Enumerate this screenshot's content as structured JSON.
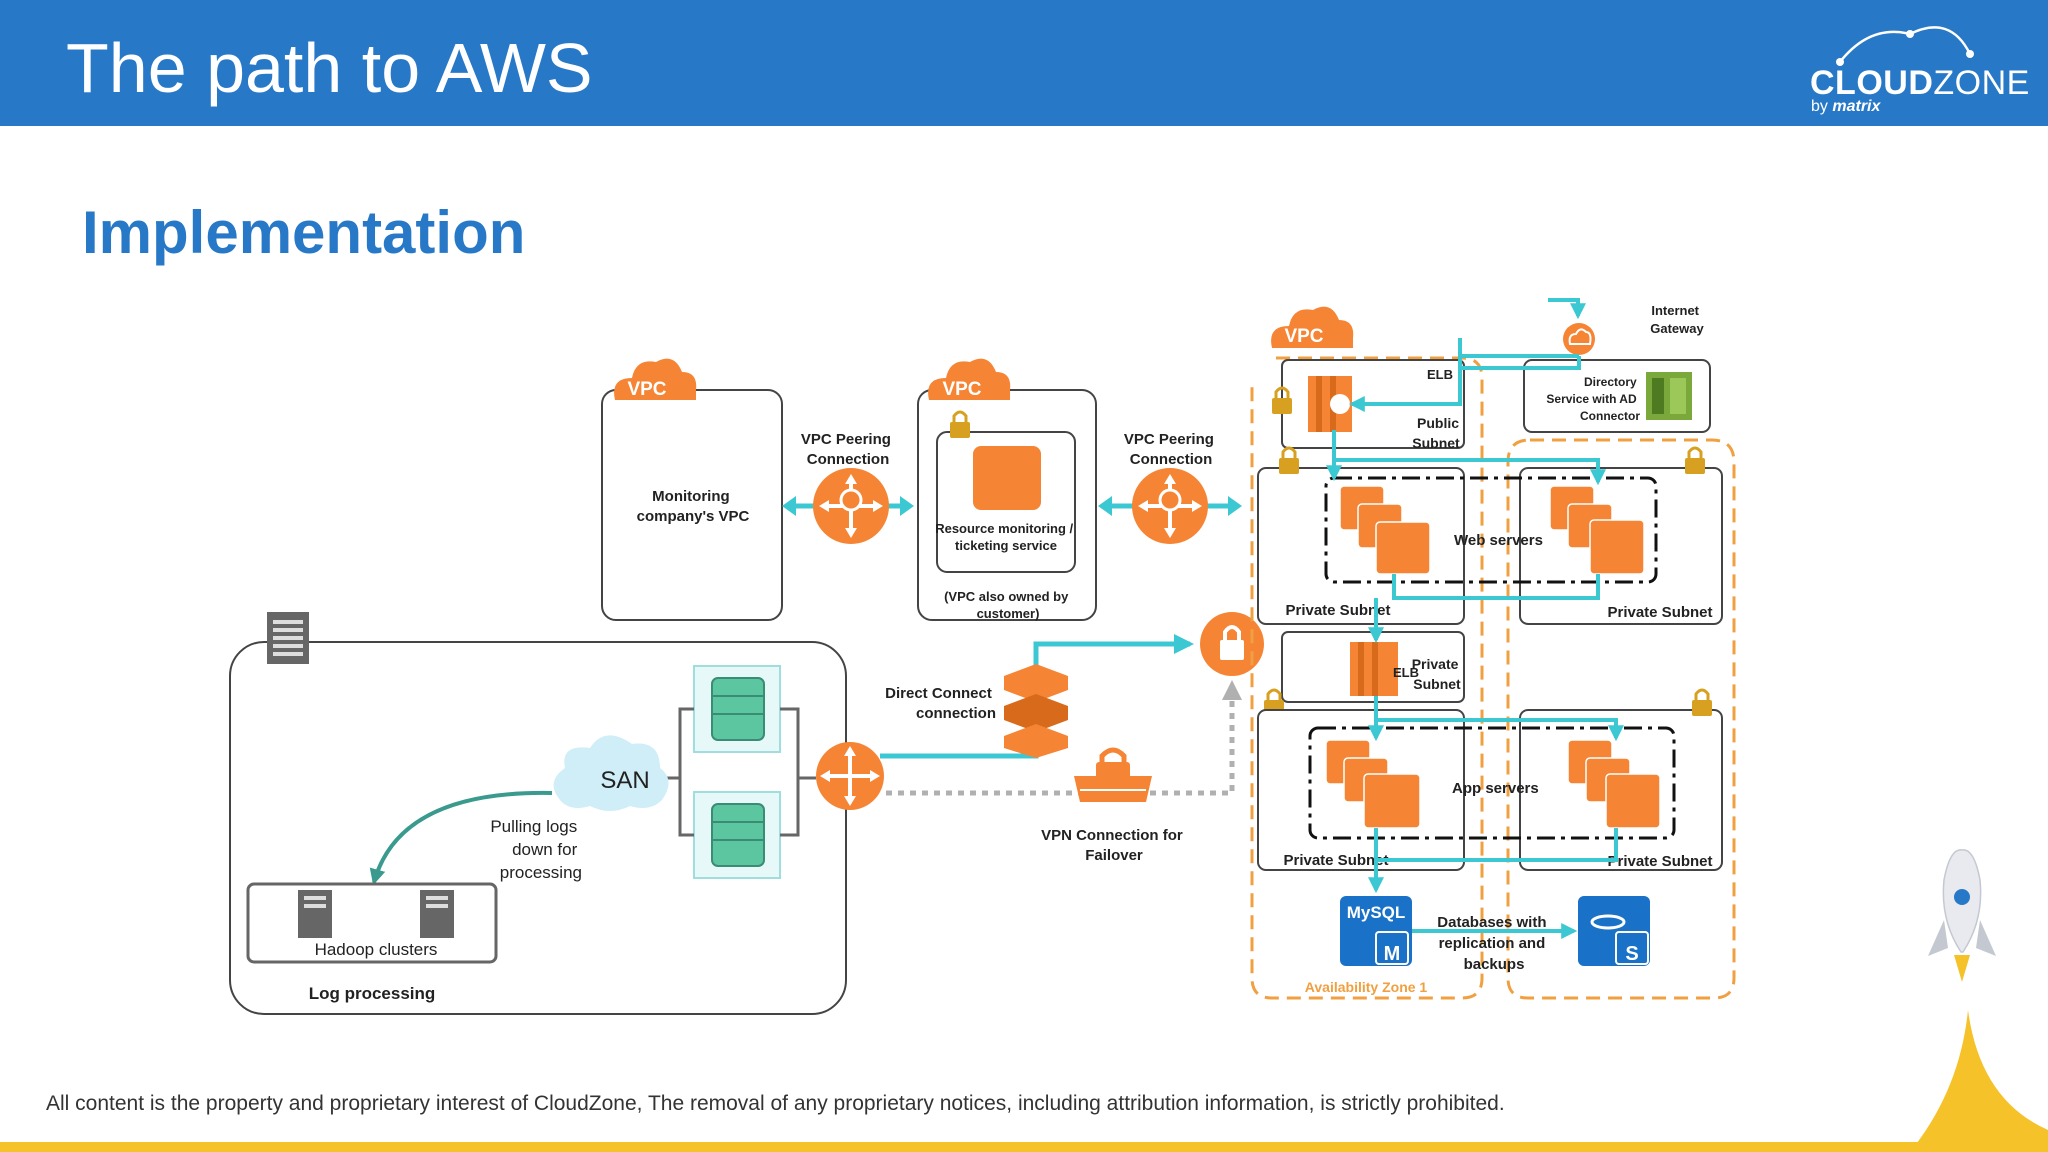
{
  "header": {
    "title": "The path to AWS",
    "brand_cloud": "CLOUD",
    "brand_zone": "ZONE",
    "brand_by": "by",
    "brand_matrix": "matrix"
  },
  "section_title": "Implementation",
  "diagram": {
    "vpc_badge": "VPC",
    "monitoring_vpc": [
      "Monitoring",
      "company's VPC"
    ],
    "peering_1": [
      "VPC Peering",
      "Connection"
    ],
    "peering_2": [
      "VPC Peering",
      "Connection"
    ],
    "resource_service": [
      "Resource monitoring /",
      "ticketing service"
    ],
    "vpc_owned_note": [
      "(VPC also owned by",
      "customer)"
    ],
    "direct_connect": [
      "Direct Connect",
      "connection"
    ],
    "vpn_connection": [
      "VPN Connection for",
      "Failover"
    ],
    "san": "SAN",
    "pulling_logs": [
      "Pulling logs",
      "down for",
      "processing"
    ],
    "hadoop": "Hadoop clusters",
    "log_processing": "Log processing",
    "internet_gateway": [
      "Internet",
      "Gateway"
    ],
    "directory_service": [
      "Directory",
      "Service with AD",
      "Connector"
    ],
    "elb_top": "ELB",
    "public_subnet": [
      "Public",
      "Subnet"
    ],
    "web_servers": "Web servers",
    "private_subnet": "Private Subnet",
    "elb_mid": "ELB",
    "private_subnet_stacked": [
      "Private",
      "Subnet"
    ],
    "app_servers": "App servers",
    "mysql": "MySQL",
    "mysql_m": "M",
    "db_s": "S",
    "databases": [
      "Databases with",
      "replication and",
      "backups"
    ],
    "availability_zone": "Availability Zone 1"
  },
  "footer": "All content is the property and proprietary interest of CloudZone, The removal of any proprietary notices, including attribution information, is strictly prohibited.",
  "colors": {
    "header_blue": "#2878c8",
    "aws_orange": "#f58534",
    "connector_teal": "#3cc8d2",
    "zone_orange": "#f0a040",
    "accent_yellow": "#f5c22a"
  }
}
